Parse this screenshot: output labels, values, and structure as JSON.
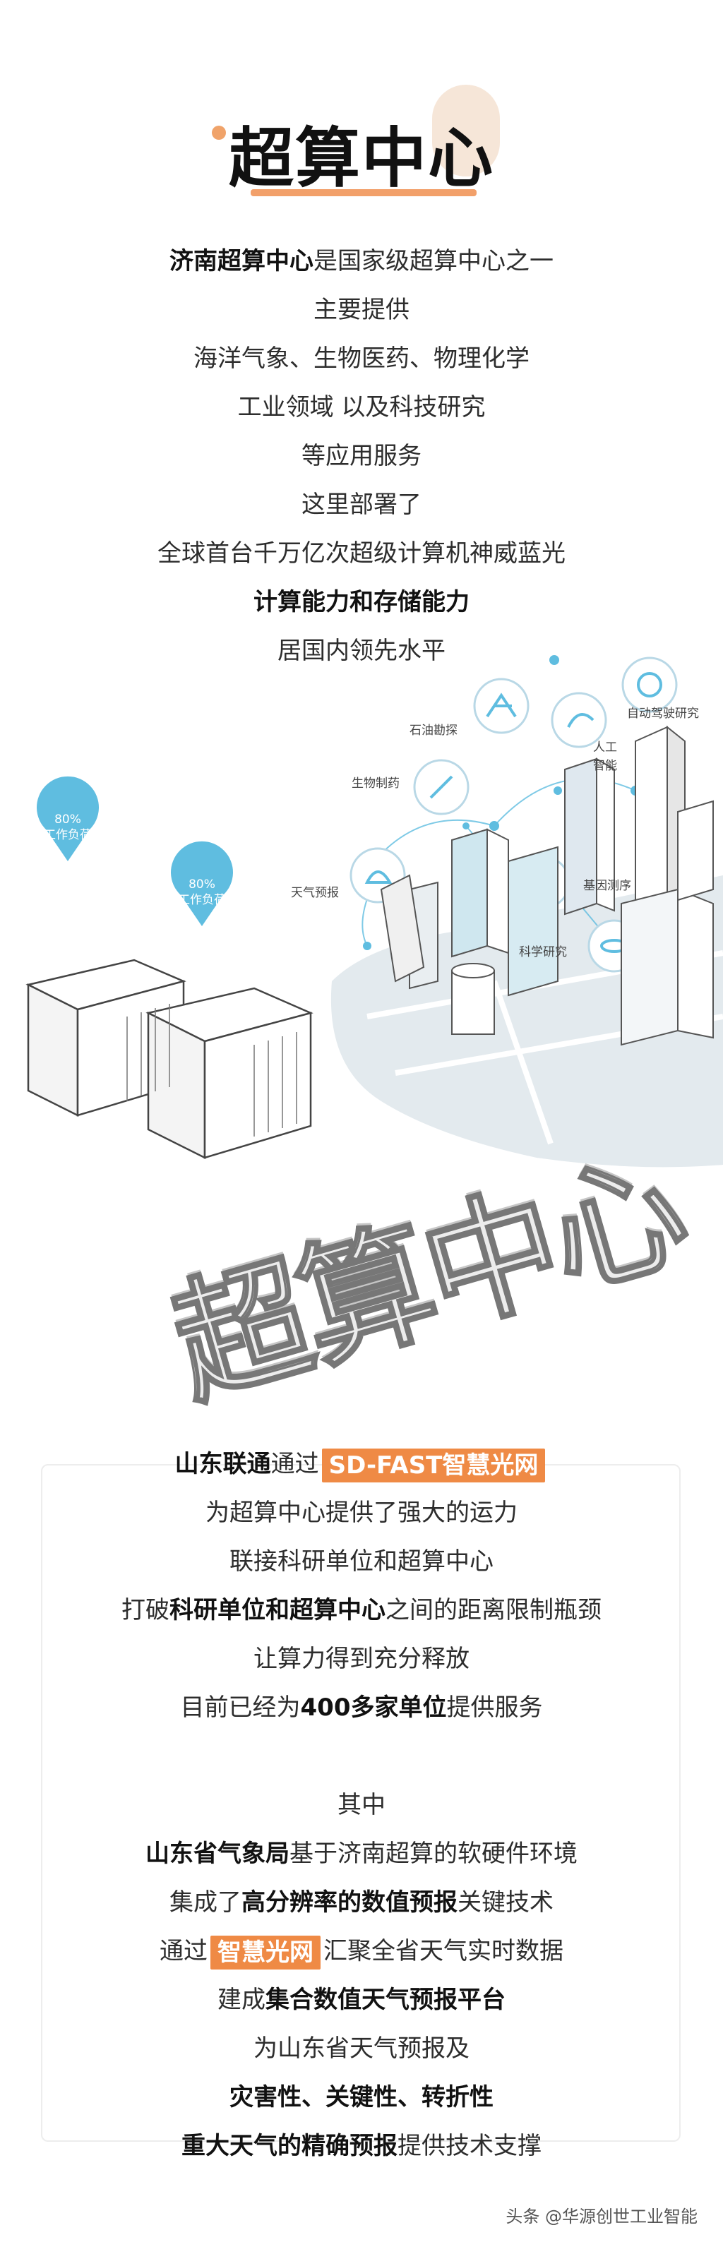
{
  "header": {
    "title": "超算中心"
  },
  "intro": [
    {
      "b": "济南超算中心",
      "t": "是国家级超算中心之一"
    },
    {
      "t": "主要提供"
    },
    {
      "t": "海洋气象、生物医药、物理化学"
    },
    {
      "t": "工业领域 以及科技研究"
    },
    {
      "t": "等应用服务"
    },
    {
      "t": "这里部署了"
    },
    {
      "t": "全球首台千万亿次超级计算机神威蓝光"
    },
    {
      "b": "计算能力和存储能力"
    },
    {
      "t": "居国内领先水平"
    }
  ],
  "illustration": {
    "labels": {
      "oil": "石油勘探",
      "bio": "生物制药",
      "weather": "天气预报",
      "ai_1": "人工",
      "ai_2": "智能",
      "auto": "自动驾驶研究",
      "gene": "基因测序",
      "science": "科学研究"
    },
    "bubbles": [
      {
        "value": "80%",
        "label": "工作负荷"
      },
      {
        "value": "80%",
        "label": "工作负荷"
      }
    ],
    "big_text": "超算中心",
    "accent_color": "#5fbde0"
  },
  "card": {
    "l1": {
      "b": "山东联通",
      "t": "通过",
      "hl": "SD-FAST智慧光网"
    },
    "l2": "为超算中心提供了强大的运力",
    "l3": "联接科研单位和超算中心",
    "l4": {
      "pre": "打破",
      "b": "科研单位和超算中心",
      "post": "之间的距离限制瓶颈"
    },
    "l5": "让算力得到充分释放",
    "l6": {
      "pre": "目前已经为",
      "b": "400多家单位",
      "post": "提供服务"
    },
    "l7": "其中",
    "l8": {
      "b": "山东省气象局",
      "post": "基于济南超算的软硬件环境"
    },
    "l9": {
      "pre": "集成了",
      "b": "高分辨率的数值预报",
      "post": "关键技术"
    },
    "l10": {
      "pre": "通过",
      "hl": "智慧光网",
      "post": "汇聚全省天气实时数据"
    },
    "l11": {
      "pre": "建成",
      "b": "集合数值天气预报平台"
    },
    "l12": "为山东省天气预报及",
    "l13": {
      "b": "灾害性、关键性、转折性"
    },
    "l14": {
      "b": "重大天气的精确预报",
      "post": "提供技术支撑"
    },
    "highlight_color": "#ef8a45"
  },
  "footer": {
    "watermark": "头条 @华源创世工业智能"
  }
}
